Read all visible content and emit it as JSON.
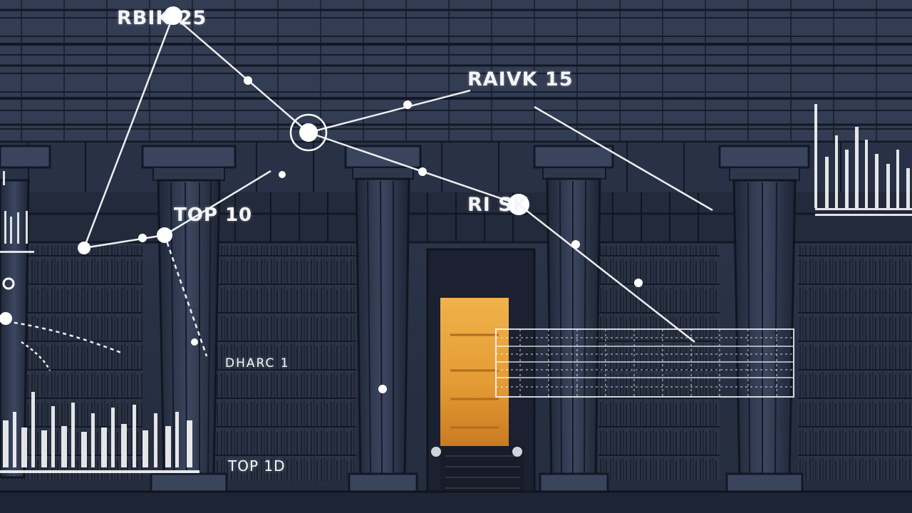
{
  "scene": {
    "labels": {
      "rank_25": "RBIK 25",
      "rank_15": "RAIVK 15",
      "rank_mid": "RI  SK",
      "top_10_upper": "TOP 10",
      "chart_1": "DHARC 1",
      "top_10_lower": "TOP 1D"
    },
    "colors": {
      "background": "#2a3346",
      "line_art": "#121826",
      "stone_light": "#3a455d",
      "overlay": "#ffffff",
      "doorway": "#e8a23c"
    }
  }
}
